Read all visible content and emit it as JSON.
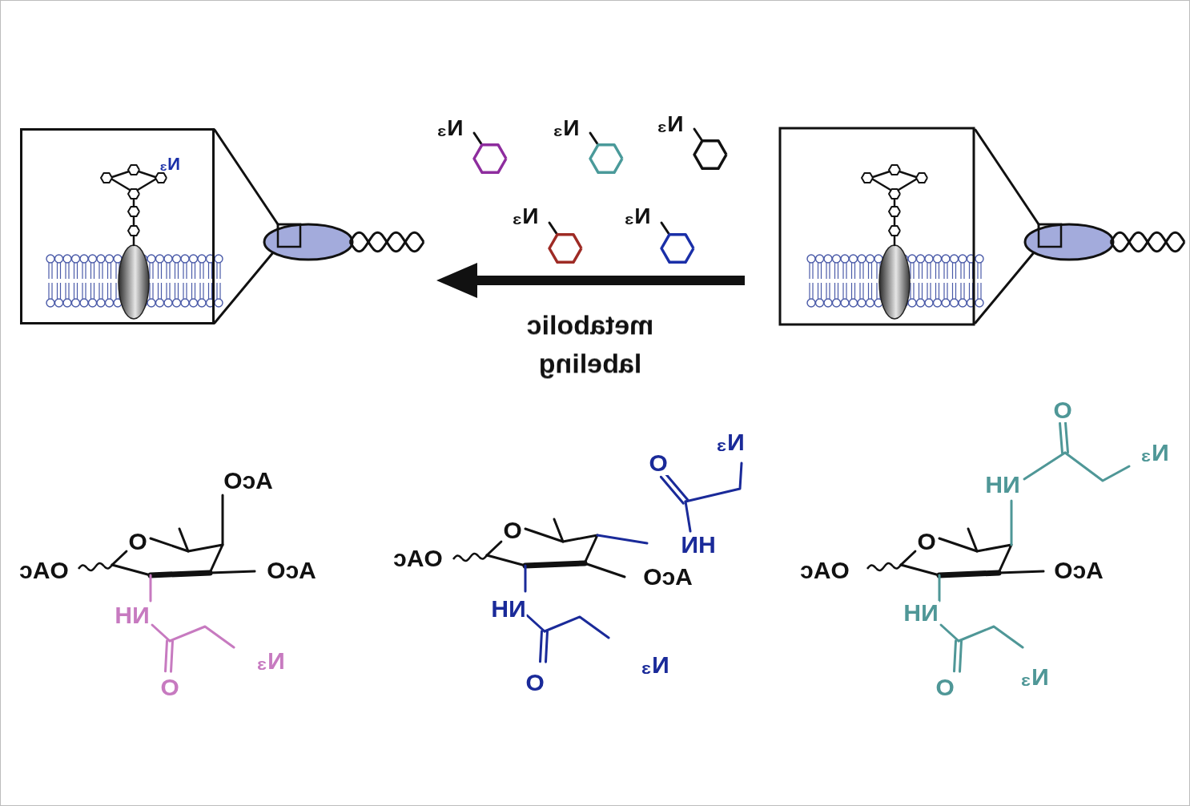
{
  "diagram": {
    "nodes": [
      {
        "text": [
          "N₃"
        ]
      }
    ],
    "labels": [
      "N₃",
      "N₃",
      "N₃",
      "N₃",
      "N₃",
      "metabolic labeling",
      "AcO",
      "OAc",
      "O",
      "AcO",
      "NH",
      "O",
      "N₃",
      "O",
      "N₃",
      "OAc",
      "O",
      "HN",
      "AcO",
      "NH",
      "O",
      "N₃",
      "O",
      "NH",
      "N₃",
      "OAc",
      "O",
      "AcO",
      "NH",
      "O",
      "N₃"
    ]
  }
}
